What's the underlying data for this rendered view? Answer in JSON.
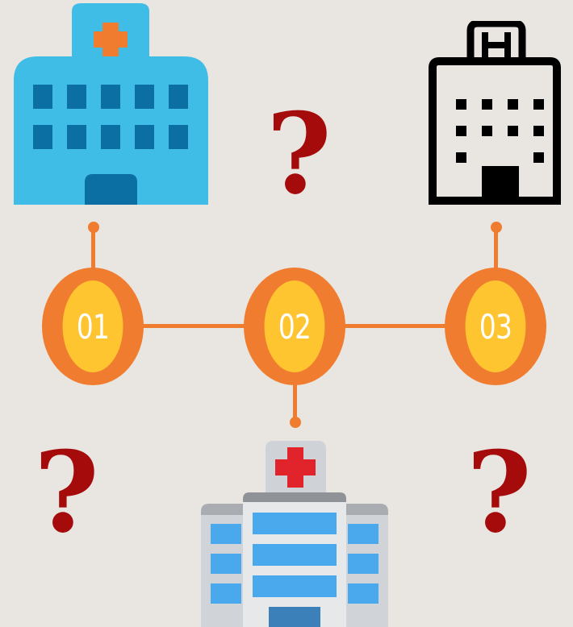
{
  "steps": [
    {
      "label": "01"
    },
    {
      "label": "02"
    },
    {
      "label": "03"
    }
  ],
  "question_mark": "?",
  "icons": [
    "hospital-blue-icon",
    "hospital-outline-icon",
    "hospital-multistory-icon"
  ],
  "colors": {
    "background": "#e9e5e1",
    "connector": "#f07d2f",
    "step_outer": "#f07d2f",
    "step_inner": "#fec530",
    "question": "#a60b0b",
    "hospital_blue": "#40bde8"
  }
}
